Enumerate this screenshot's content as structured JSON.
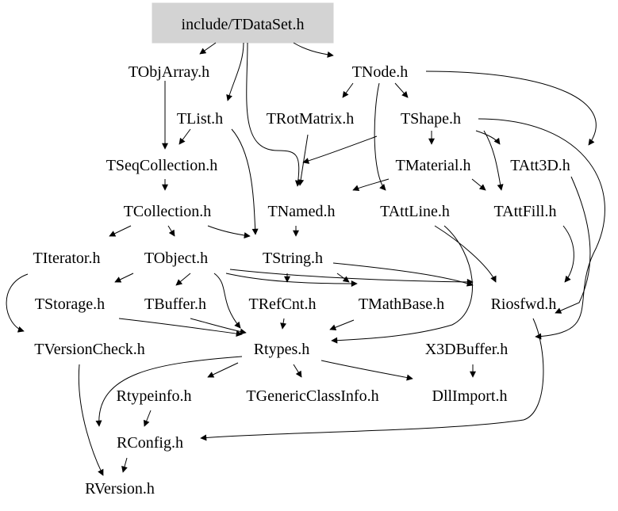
{
  "graph": {
    "root": "include/TDataSet.h",
    "root_fill": "#d3d3d3",
    "nodes": [
      {
        "id": "tdataset",
        "label": "include/TDataSet.h"
      },
      {
        "id": "tobjarray",
        "label": "TObjArray.h"
      },
      {
        "id": "tnode",
        "label": "TNode.h"
      },
      {
        "id": "tlist",
        "label": "TList.h"
      },
      {
        "id": "trotmatrix",
        "label": "TRotMatrix.h"
      },
      {
        "id": "tshape",
        "label": "TShape.h"
      },
      {
        "id": "tseqcollection",
        "label": "TSeqCollection.h"
      },
      {
        "id": "tmaterial",
        "label": "TMaterial.h"
      },
      {
        "id": "tatt3d",
        "label": "TAtt3D.h"
      },
      {
        "id": "tcollection",
        "label": "TCollection.h"
      },
      {
        "id": "tnamed",
        "label": "TNamed.h"
      },
      {
        "id": "tattline",
        "label": "TAttLine.h"
      },
      {
        "id": "tattfill",
        "label": "TAttFill.h"
      },
      {
        "id": "titerator",
        "label": "TIterator.h"
      },
      {
        "id": "tobject",
        "label": "TObject.h"
      },
      {
        "id": "tstring",
        "label": "TString.h"
      },
      {
        "id": "tstorage",
        "label": "TStorage.h"
      },
      {
        "id": "tbuffer",
        "label": "TBuffer.h"
      },
      {
        "id": "trefcnt",
        "label": "TRefCnt.h"
      },
      {
        "id": "tmathbase",
        "label": "TMathBase.h"
      },
      {
        "id": "riosfwd",
        "label": "Riosfwd.h"
      },
      {
        "id": "tversioncheck",
        "label": "TVersionCheck.h"
      },
      {
        "id": "rtypes",
        "label": "Rtypes.h"
      },
      {
        "id": "x3dbuffer",
        "label": "X3DBuffer.h"
      },
      {
        "id": "rtypeinfo",
        "label": "Rtypeinfo.h"
      },
      {
        "id": "tgenericclassinfo",
        "label": "TGenericClassInfo.h"
      },
      {
        "id": "dllimport",
        "label": "DllImport.h"
      },
      {
        "id": "rconfig",
        "label": "RConfig.h"
      },
      {
        "id": "rversion",
        "label": "RVersion.h"
      }
    ],
    "edges": [
      [
        "tdataset",
        "tobjarray"
      ],
      [
        "tdataset",
        "tnode"
      ],
      [
        "tdataset",
        "tlist"
      ],
      [
        "tdataset",
        "tnamed"
      ],
      [
        "tobjarray",
        "tseqcollection"
      ],
      [
        "tlist",
        "tseqcollection"
      ],
      [
        "tlist",
        "tstring"
      ],
      [
        "tnode",
        "trotmatrix"
      ],
      [
        "tnode",
        "tshape"
      ],
      [
        "tnode",
        "tattline"
      ],
      [
        "tnode",
        "tatt3d"
      ],
      [
        "trotmatrix",
        "tnamed"
      ],
      [
        "tshape",
        "tmaterial"
      ],
      [
        "tshape",
        "tatt3d"
      ],
      [
        "tshape",
        "tattfill"
      ],
      [
        "tshape",
        "tnamed"
      ],
      [
        "tshape",
        "x3dbuffer"
      ],
      [
        "tmaterial",
        "tnamed"
      ],
      [
        "tmaterial",
        "tattfill"
      ],
      [
        "tatt3d",
        "riosfwd"
      ],
      [
        "tseqcollection",
        "tcollection"
      ],
      [
        "tcollection",
        "titerator"
      ],
      [
        "tcollection",
        "tobject"
      ],
      [
        "tcollection",
        "tstring"
      ],
      [
        "tnamed",
        "tstring"
      ],
      [
        "tattline",
        "riosfwd"
      ],
      [
        "tattline",
        "rtypes"
      ],
      [
        "tattfill",
        "riosfwd"
      ],
      [
        "titerator",
        "tversioncheck"
      ],
      [
        "tobject",
        "tstorage"
      ],
      [
        "tobject",
        "tbuffer"
      ],
      [
        "tobject",
        "tmathbase"
      ],
      [
        "tobject",
        "rtypes"
      ],
      [
        "tobject",
        "riosfwd"
      ],
      [
        "tstring",
        "trefcnt"
      ],
      [
        "tstring",
        "tmathbase"
      ],
      [
        "tstring",
        "riosfwd"
      ],
      [
        "tstorage",
        "rtypes"
      ],
      [
        "tbuffer",
        "rtypes"
      ],
      [
        "trefcnt",
        "rtypes"
      ],
      [
        "tmathbase",
        "rtypes"
      ],
      [
        "tversioncheck",
        "rversion"
      ],
      [
        "rtypes",
        "rtypeinfo"
      ],
      [
        "rtypes",
        "tgenericclassinfo"
      ],
      [
        "rtypes",
        "dllimport"
      ],
      [
        "rtypes",
        "rconfig"
      ],
      [
        "x3dbuffer",
        "dllimport"
      ],
      [
        "rtypeinfo",
        "rconfig"
      ],
      [
        "riosfwd",
        "rconfig"
      ],
      [
        "rconfig",
        "rversion"
      ]
    ]
  }
}
